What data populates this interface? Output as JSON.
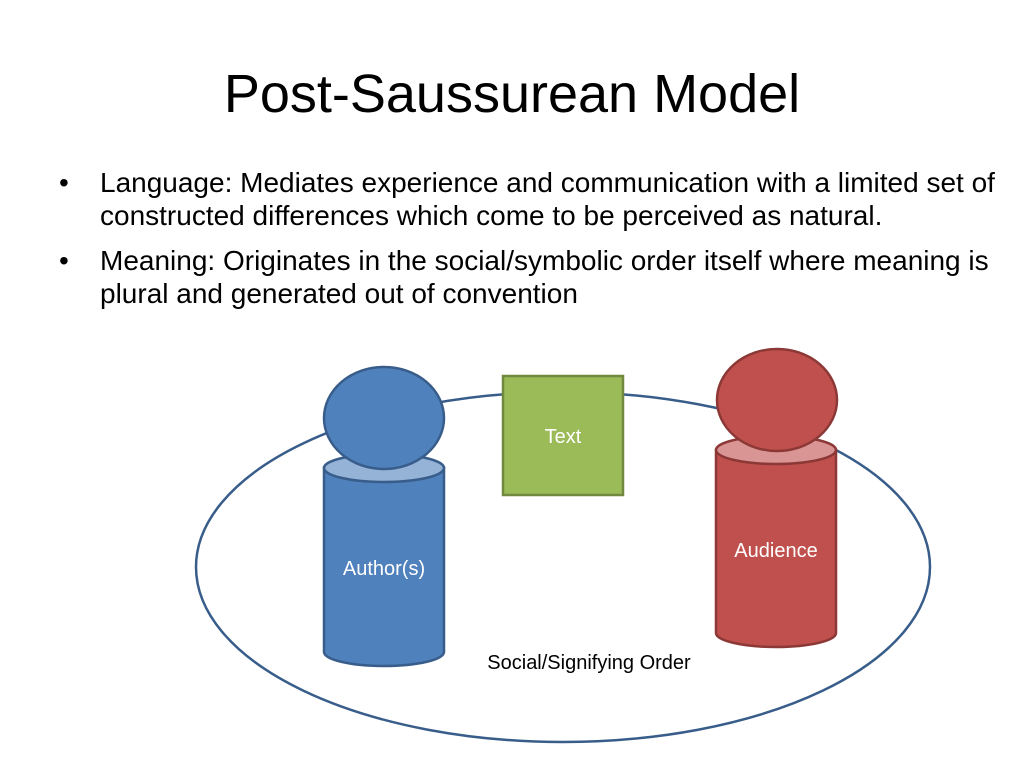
{
  "slide": {
    "title": "Post-Saussurean Model",
    "bullets": [
      {
        "symbol": "•",
        "text": "Language: Mediates experience and communication with a limited set of constructed differences which come to be perceived as natural."
      },
      {
        "symbol": "•",
        "text": "Meaning: Originates in the social/symbolic order itself where meaning is plural and generated out of convention"
      }
    ]
  },
  "diagram": {
    "order_label": "Social/Signifying Order",
    "text_box_label": "Text",
    "author_label": "Author(s)",
    "audience_label": "Audience"
  },
  "colors": {
    "author_fill": "#4F81BD",
    "author_stroke": "#385D8A",
    "author_top": "#95B3D7",
    "audience_fill": "#C0504D",
    "audience_stroke": "#8C3836",
    "audience_top": "#D99594",
    "text_box_fill": "#9BBB59",
    "text_box_stroke": "#71893F",
    "ellipse_stroke": "#385D8A"
  }
}
